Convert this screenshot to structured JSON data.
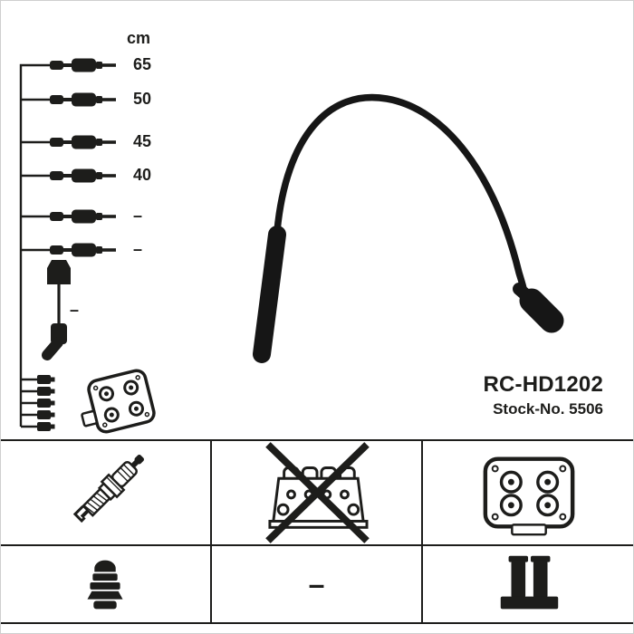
{
  "colors": {
    "ink": "#1d1d1b",
    "frame": "#cfcfcf",
    "background": "#ffffff"
  },
  "diagram": {
    "unit_header": "cm",
    "wire_lengths": [
      "65",
      "50",
      "45",
      "40",
      "–",
      "–"
    ],
    "coil_wire_length": "–",
    "icons": [
      "spark-plug-wire",
      "coil-wire",
      "coil-pack",
      "ignition-cable"
    ]
  },
  "product": {
    "code": "RC-HD1202",
    "stock_label": "Stock-No.",
    "stock_number": "5506"
  },
  "legend": {
    "dash": "–",
    "cells": [
      {
        "icon": "spark-plug-icon",
        "crossed_out": false
      },
      {
        "icon": "distributor-cap-icon",
        "crossed_out": true
      },
      {
        "icon": "ignition-coil-icon",
        "crossed_out": false
      },
      {
        "icon": "plug-boot-icon",
        "crossed_out": false
      },
      {
        "icon": "dash",
        "crossed_out": false
      },
      {
        "icon": "coil-connector-icon",
        "crossed_out": false
      }
    ]
  }
}
